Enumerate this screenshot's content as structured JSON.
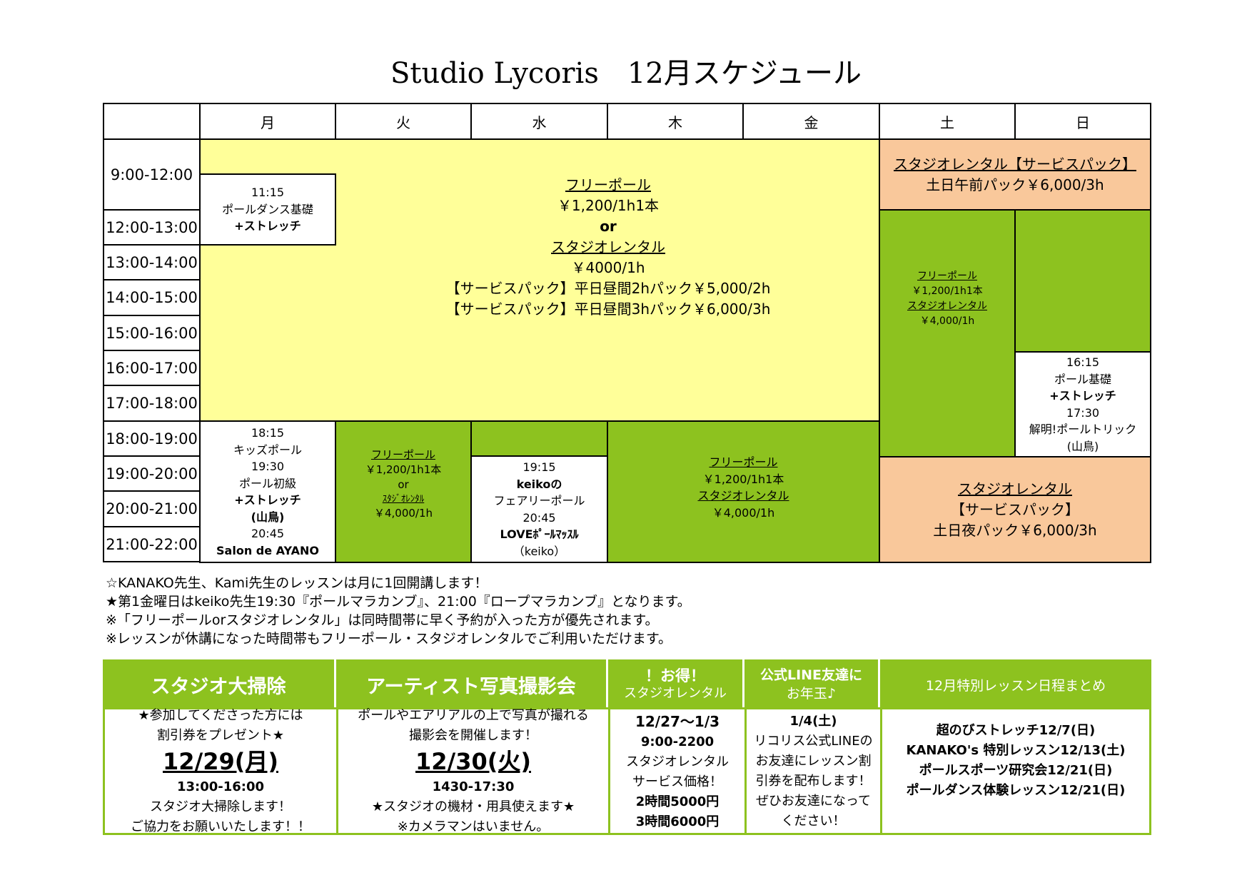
{
  "title": "Studio Lycoris　12月スケジュール",
  "days": [
    "月",
    "火",
    "水",
    "木",
    "金",
    "土",
    "日"
  ],
  "times": [
    "9:00-12:00",
    "12:00-13:00",
    "13:00-14:00",
    "14:00-15:00",
    "15:00-16:00",
    "16:00-17:00",
    "17:00-18:00",
    "18:00-19:00",
    "19:00-20:00",
    "20:00-21:00",
    "21:00-22:00"
  ],
  "cells": {
    "mon_morning": [
      "11:15",
      "ポールダンス基礎",
      "+ストレッチ"
    ],
    "weekday_free": [
      "フリーポール",
      "￥1,200/1h1本",
      "or",
      "スタジオレンタル",
      "￥4000/1h",
      "【サービスパック】平日昼間2hパック￥5,000/2h",
      "【サービスパック】平日昼間3hパック￥6,000/3h"
    ],
    "weekend_am": [
      "スタジオレンタル【サービスパック】",
      "土日午前パック￥6,000/3h"
    ],
    "sat_day": [
      "フリーポール",
      "￥1,200/1h1本",
      "スタジオレンタル",
      "￥4,000/1h"
    ],
    "sun_pm": [
      "16:15",
      "ポール基礎",
      "+ストレッチ",
      "17:30",
      "解明!ポールトリック",
      "(山鳥)"
    ],
    "weekend_night": [
      "スタジオレンタル",
      "【サービスパック】",
      "土日夜パック￥6,000/3h"
    ],
    "mon_evening": [
      "18:15",
      "キッズポール",
      "19:30",
      "ポール初級",
      "+ストレッチ",
      "(山鳥)",
      "20:45",
      "Salon de AYANO"
    ],
    "tue_evening": [
      "フリーポール",
      "￥1,200/1h1本",
      "or",
      "ｽﾀｼﾞｵﾚﾝﾀﾙ",
      "￥4,000/1h"
    ],
    "wed_evening": [
      "19:15",
      "keikoの",
      "フェアリーポール",
      "20:45",
      "LOVEﾎﾟｰﾙﾏｯｽﾙ",
      "（keiko）"
    ],
    "thufri_evening": [
      "フリーポール",
      "￥1,200/1h1本",
      "スタジオレンタル",
      "￥4,000/1h"
    ]
  },
  "notes": [
    "☆KANAKO先生、Kami先生のレッスンは月に1回開講します！",
    "★第1金曜日はkeiko先生19:30『ポールマラカンブ』、21:00『ロープマラカンブ』となります。",
    "※「フリーポールorスタジオレンタル」は同時間帯に早く予約が入った方が優先されます。",
    "※レッスンが休講になった時間帯もフリーポール・スタジオレンタルでご利用いただけます。"
  ],
  "boxes": {
    "cleaning": {
      "title": "スタジオ大掃除",
      "lines_top": [
        "★参加してくださった方には",
        "割引券をプレゼント★"
      ],
      "date": "12/29(月)",
      "lines_bottom": [
        "13:00-16:00",
        "スタジオ大掃除します！",
        "ご協力をお願いいたします！！"
      ]
    },
    "photo": {
      "title": "アーティスト写真撮影会",
      "lines_top": [
        "ポールやエアリアルの上で写真が撮れる",
        "撮影会を開催します！"
      ],
      "date": "12/30(火)",
      "lines_bottom": [
        "1430-17:30",
        "★スタジオの機材・用具使えます★",
        "※カメラマンはいません。"
      ]
    },
    "rental": {
      "title": "！お得！",
      "subtitle": "スタジオレンタル",
      "lines": [
        "12/27〜1/3",
        "9:00-2200",
        "スタジオレンタル",
        "サービス価格！",
        "2時間5000円",
        "3時間6000円"
      ]
    },
    "line": {
      "title": "公式LINE友達に",
      "subtitle": "お年玉♪",
      "lines": [
        "1/4(土)",
        "リコリス公式LINEの",
        "お友達にレッスン割",
        "引券を配布します！",
        "ぜひお友達になって",
        "ください！"
      ]
    },
    "special": {
      "title": "12月特別レッスン日程まとめ",
      "lines": [
        "超のびストレッチ12/7(日)",
        "KANAKO's 特別レッスン12/13(土)",
        "ポールスポーツ研究会12/21(日)",
        "ポールダンス体験レッスン12/21(日)"
      ]
    }
  }
}
